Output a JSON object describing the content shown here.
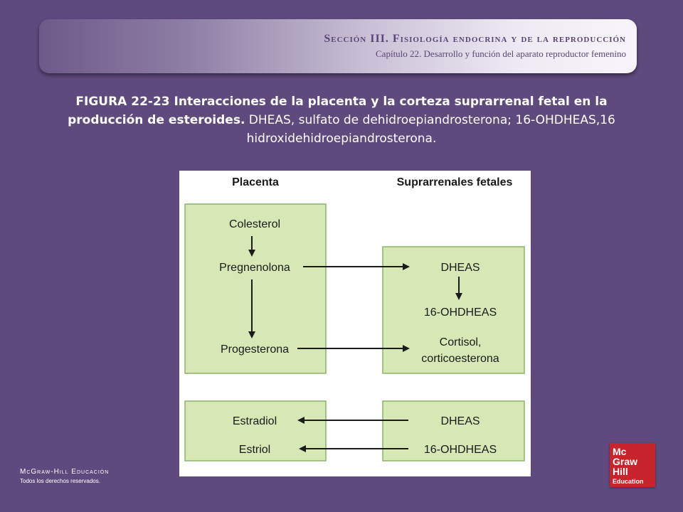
{
  "header": {
    "section": "Sección III.  Fisiología endocrina y de la reproducción",
    "chapter": "Capítulo 22.  Desarrollo y función del aparato reproductor femenino"
  },
  "caption": {
    "title": "FIGURA 22-23 Interacciones de la placenta y la corteza suprarrenal fetal en la producción de esteroides.",
    "text": " DHEAS, sulfato de dehidroepiandrosterona; 16-OHDHEAS,16  hidroxidehidroepiandrosterona."
  },
  "diagram": {
    "col_left": "Placenta",
    "col_right": "Suprarrenales fetales",
    "placenta": [
      "Colesterol",
      "Pregnenolona",
      "Progesterona"
    ],
    "adrenal": [
      "DHEAS",
      "16-OHDHEAS"
    ],
    "adrenal_cortisol": [
      "Cortisol,",
      "corticoesterona"
    ],
    "bottom_left": [
      "Estradiol",
      "Estriol"
    ],
    "bottom_right": [
      "DHEAS",
      "16-OHDHEAS"
    ]
  },
  "footer": {
    "publisher": "McGraw-Hill Educación",
    "rights": "Todos los derechos reservados."
  },
  "logo": {
    "lines": [
      "Mc",
      "Graw",
      "Hill",
      "Education"
    ],
    "color": "#c8242b"
  },
  "colors": {
    "background": "#5f4a7e",
    "box_fill": "#d7e8b6",
    "box_stroke": "#8cb36a"
  }
}
